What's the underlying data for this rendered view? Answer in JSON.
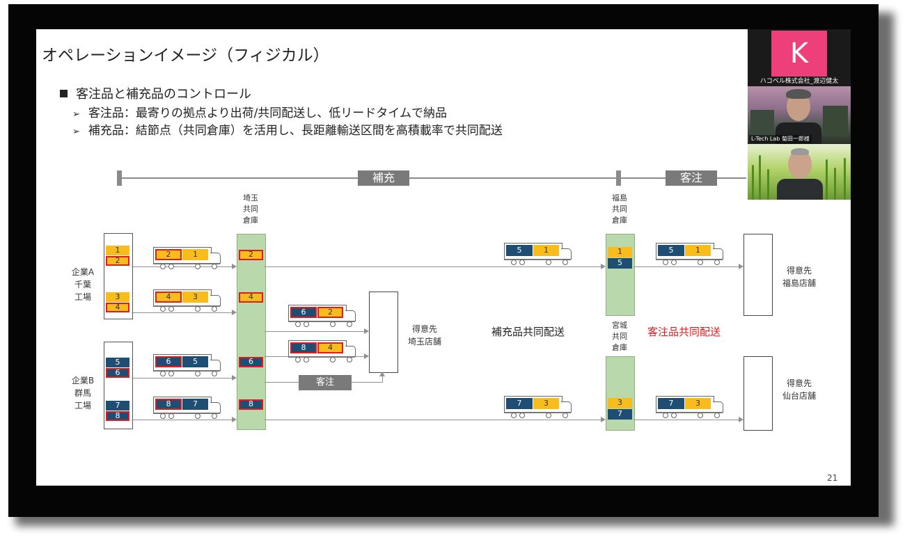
{
  "slide": {
    "title": "オペレーションイメージ（フィジカル）",
    "bullet": "客注品と補充品のコントロール",
    "sub_bullets": [
      "客注品：最寄りの拠点より出荷/共同配送し、低リードタイムで納品",
      "補充品：結節点（共同倉庫）を活用し、長距離輸送区間を高積載率で共同配送"
    ],
    "page_number": "21"
  },
  "colors": {
    "item_yellow": "#f8bc1c",
    "item_navy": "#1e4e73",
    "highlight_red": "#e01b1b",
    "depot_green": "#b9d9ac",
    "label_gray": "#7a7a7a"
  },
  "phases": {
    "replenish": "補充",
    "customer_order": "客注"
  },
  "nodes": {
    "company_a": "企業A\n千葉\n工場",
    "company_b": "企業B\n群馬\n工場",
    "saitama_depot": "埼玉\n共同\n倉庫",
    "fukushima_depot": "福島\n共同\n倉庫",
    "miyagi_depot": "宮城\n共同\n倉庫",
    "saitama_store": "得意先\n埼玉店舗",
    "fukushima_store": "得意先\n福島店舗",
    "sendai_store": "得意先\n仙台店舗"
  },
  "flow_labels": {
    "customer_order_box": "客注",
    "replenish_joint": "補充品共同配送",
    "order_joint": "客注品共同配送"
  },
  "items": {
    "a1": "1",
    "a2": "2",
    "a3": "3",
    "a4": "4",
    "b5": "5",
    "b6": "6",
    "b7": "7",
    "b8": "8",
    "s2": "2",
    "s4": "4",
    "s6": "6",
    "s8": "8",
    "f1": "1",
    "f5": "5",
    "m3": "3",
    "m7": "7"
  },
  "trucks": {
    "t1": [
      "2",
      "1"
    ],
    "t2": [
      "4",
      "3"
    ],
    "t3": [
      "6",
      "5"
    ],
    "t4": [
      "8",
      "7"
    ],
    "t5": [
      "6",
      "2"
    ],
    "t6": [
      "8",
      "4"
    ],
    "t7": [
      "5",
      "1"
    ],
    "t8": [
      "7",
      "3"
    ],
    "t9": [
      "5",
      "1"
    ],
    "t10": [
      "7",
      "3"
    ]
  },
  "video": {
    "avatar_letter": "K",
    "participant1": "ハコベル株式会社_渡辺健太",
    "participant2": "L-Tech Lab 菊田一郎様"
  }
}
